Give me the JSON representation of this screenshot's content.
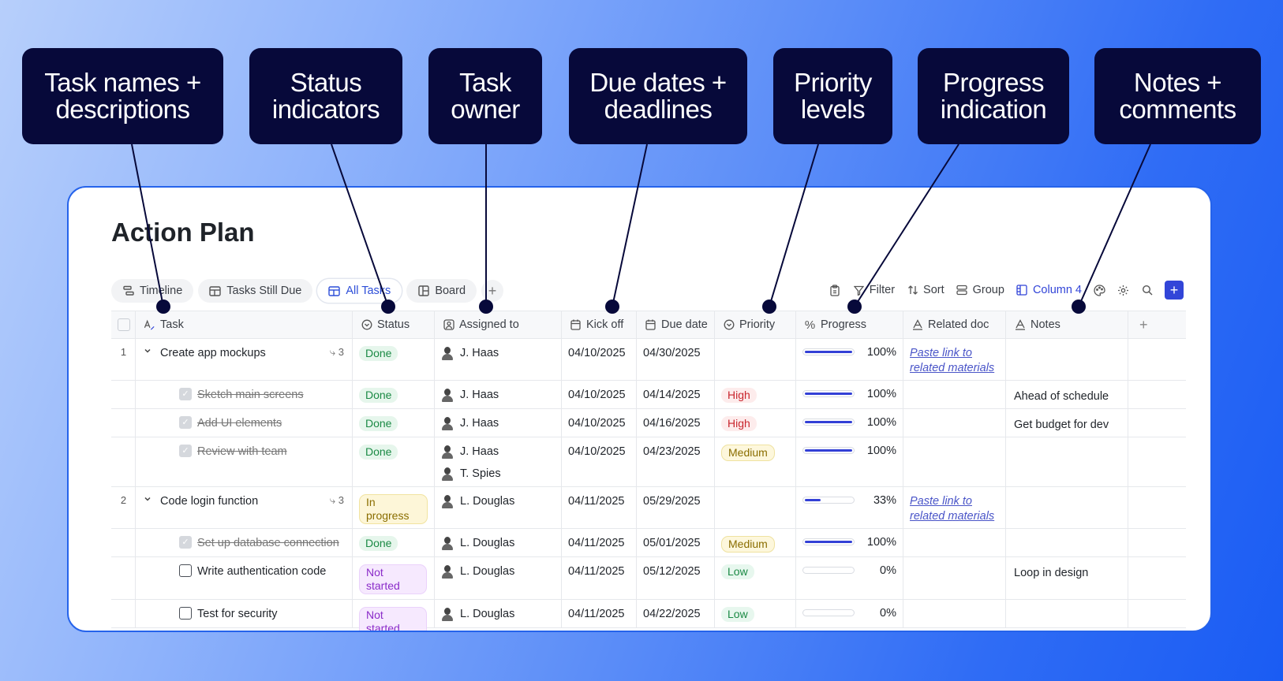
{
  "callouts": [
    {
      "text": "Task names +\ndescriptions"
    },
    {
      "text": "Status\nindicators"
    },
    {
      "text": "Task\nowner"
    },
    {
      "text": "Due dates +\ndeadlines"
    },
    {
      "text": "Priority\nlevels"
    },
    {
      "text": "Progress\nindication"
    },
    {
      "text": "Notes +\ncomments"
    }
  ],
  "page": {
    "title": "Action Plan"
  },
  "views": [
    {
      "label": "Timeline",
      "icon": "timeline-icon"
    },
    {
      "label": "Tasks Still Due",
      "icon": "table-icon"
    },
    {
      "label": "All Tasks",
      "icon": "table-icon",
      "active": true
    },
    {
      "label": "Board",
      "icon": "board-icon"
    }
  ],
  "toolbar": {
    "filter": "Filter",
    "sort": "Sort",
    "group": "Group",
    "columns": "Column 4"
  },
  "columns": [
    "Task",
    "Status",
    "Assigned to",
    "Kick off",
    "Due date",
    "Priority",
    "Progress",
    "Related doc",
    "Notes"
  ],
  "rows": [
    {
      "num": "1",
      "task": "Create app mockups",
      "subcount": "3",
      "status": "Done",
      "assignees": [
        "J. Haas"
      ],
      "kickoff": "04/10/2025",
      "due": "04/30/2025",
      "priority": "",
      "progress": "100%",
      "doc": "Paste link to related materials",
      "notes": ""
    },
    {
      "task": "Sketch main screens",
      "status": "Done",
      "assignees": [
        "J. Haas"
      ],
      "kickoff": "04/10/2025",
      "due": "04/14/2025",
      "priority": "High",
      "progress": "100%",
      "doc": "",
      "notes": "Ahead of schedule"
    },
    {
      "task": "Add UI elements",
      "status": "Done",
      "assignees": [
        "J. Haas"
      ],
      "kickoff": "04/10/2025",
      "due": "04/16/2025",
      "priority": "High",
      "progress": "100%",
      "doc": "",
      "notes": "Get budget for dev"
    },
    {
      "task": "Review with team",
      "status": "Done",
      "assignees": [
        "J. Haas",
        "T. Spies"
      ],
      "kickoff": "04/10/2025",
      "due": "04/23/2025",
      "priority": "Medium",
      "progress": "100%",
      "doc": "",
      "notes": ""
    },
    {
      "num": "2",
      "task": "Code login function",
      "subcount": "3",
      "status": "In progress",
      "assignees": [
        "L. Douglas"
      ],
      "kickoff": "04/11/2025",
      "due": "05/29/2025",
      "priority": "",
      "progress": "33%",
      "doc": "Paste link to related materials",
      "notes": ""
    },
    {
      "task": "Set up database connection",
      "status": "Done",
      "assignees": [
        "L. Douglas"
      ],
      "kickoff": "04/11/2025",
      "due": "05/01/2025",
      "priority": "Medium",
      "progress": "100%",
      "doc": "",
      "notes": ""
    },
    {
      "task": "Write authentication code",
      "status": "Not started",
      "assignees": [
        "L. Douglas"
      ],
      "kickoff": "04/11/2025",
      "due": "05/12/2025",
      "priority": "Low",
      "progress": "0%",
      "doc": "",
      "notes": "Loop in design"
    },
    {
      "task": "Test for security",
      "status": "Not started",
      "assignees": [
        "L. Douglas"
      ],
      "kickoff": "04/11/2025",
      "due": "04/22/2025",
      "priority": "Low",
      "progress": "0%",
      "doc": "",
      "notes": ""
    }
  ],
  "colors": {
    "accent": "#3245d8",
    "callout_bg": "#07093a",
    "panel_border": "#2563eb"
  }
}
